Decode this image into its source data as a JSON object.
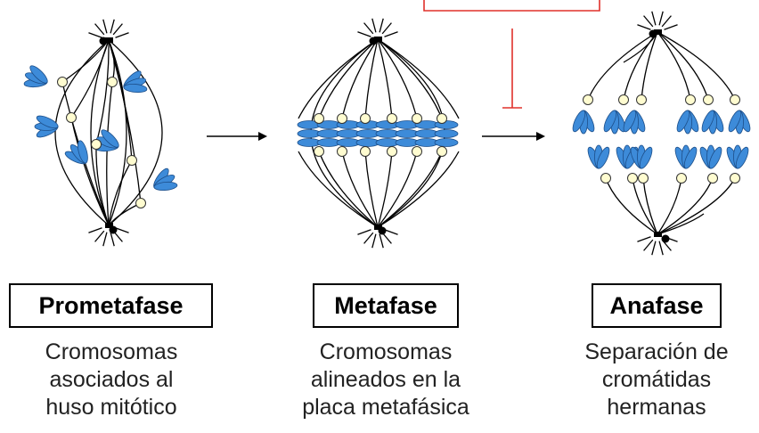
{
  "stages": [
    {
      "title": "Prometafase",
      "caption": [
        "Cromosomas",
        "asociados al",
        "huso mitótico"
      ]
    },
    {
      "title": "Metafase",
      "caption": [
        "Cromosomas",
        "alineados en la",
        "placa metafásica"
      ]
    },
    {
      "title": "Anafase",
      "caption": [
        "Separación de",
        "cromátidas",
        "hermanas"
      ]
    }
  ],
  "colors": {
    "chromosome": "#3d8bd9",
    "kinetochore": "#fffcd0",
    "inhibition_line": "#e0302a",
    "spindle": "#000000"
  },
  "icons": [
    "spindle-pole-icon",
    "chromosome-icon",
    "kinetochore-icon",
    "arrow-icon",
    "inhibition-bar-icon"
  ]
}
